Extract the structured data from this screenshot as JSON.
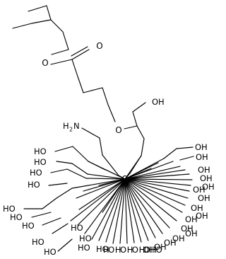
{
  "structure": {
    "labels": {
      "ester_oxygen": "O",
      "carbonyl_oxygen": "O",
      "ether_oxygen": "O",
      "hydroxyl_top": "OH",
      "amine": "H",
      "amine_subscript": "2",
      "amine_atom": "N",
      "hub": "O",
      "hydroxyl": "HO",
      "hydroxyl_right": "OH",
      "hydroxyl_cluster": "HO HO HO HO HO"
    }
  },
  "colors": {
    "bond": "#000000",
    "text": "#000000",
    "background": "#ffffff"
  }
}
